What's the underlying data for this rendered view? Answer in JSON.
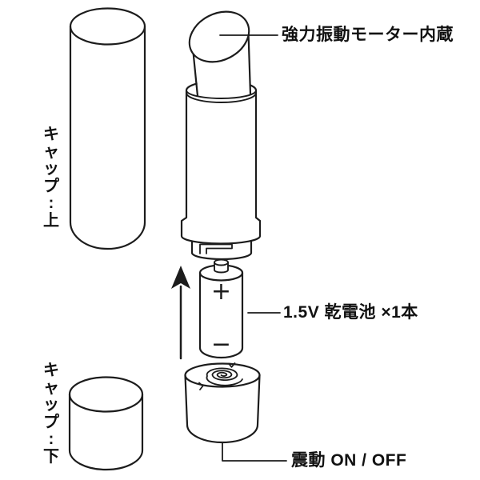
{
  "page": {
    "background": "#ffffff",
    "line_color": "#1c1c1c",
    "text_color": "#111111"
  },
  "labels": {
    "motor": "強力振動モーター内蔵",
    "battery": "1.5V 乾電池 ×1本",
    "vibration_switch": "震動 ON / OFF",
    "cap_top_vertical": "キャップ:上",
    "cap_bottom_vertical": "キャップ:下"
  },
  "battery": {
    "plus_symbol": "+",
    "minus_symbol": "−"
  },
  "icons": {
    "up_arrow": "insert-direction-up-arrow"
  }
}
